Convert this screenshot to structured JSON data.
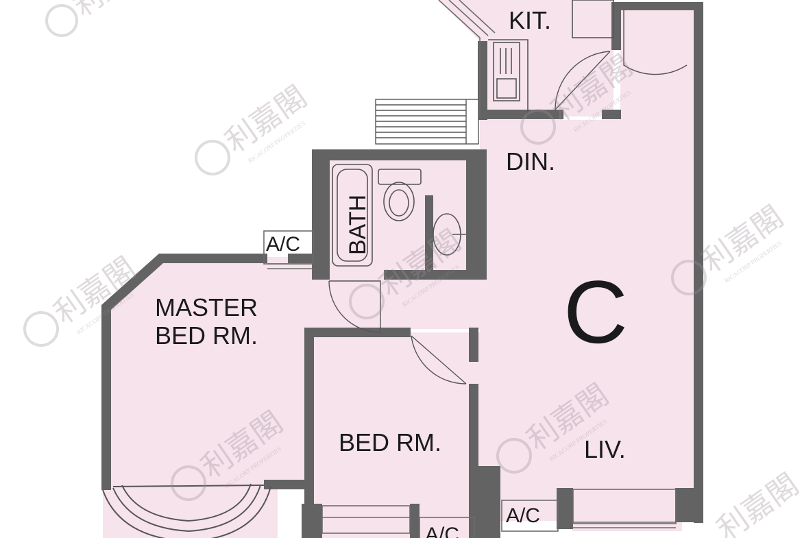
{
  "floor_plan": {
    "unit_label": "C",
    "rooms": {
      "kitchen": "KIT.",
      "dining": "DIN.",
      "bath": "BATH",
      "master_bedroom_line1": "MASTER",
      "master_bedroom_line2": "BED RM.",
      "bedroom": "BED RM.",
      "living": "LIV."
    },
    "ac_labels": [
      "A/C",
      "A/C",
      "A/C"
    ]
  },
  "watermark": {
    "logo_text": "利嘉閣",
    "logo_subtext": "RICACORP PROPERTIES"
  },
  "colors": {
    "floor": "#f6e3ec",
    "wall": "#636363",
    "fixture_line": "#555555",
    "label": "#1a1a1a"
  }
}
